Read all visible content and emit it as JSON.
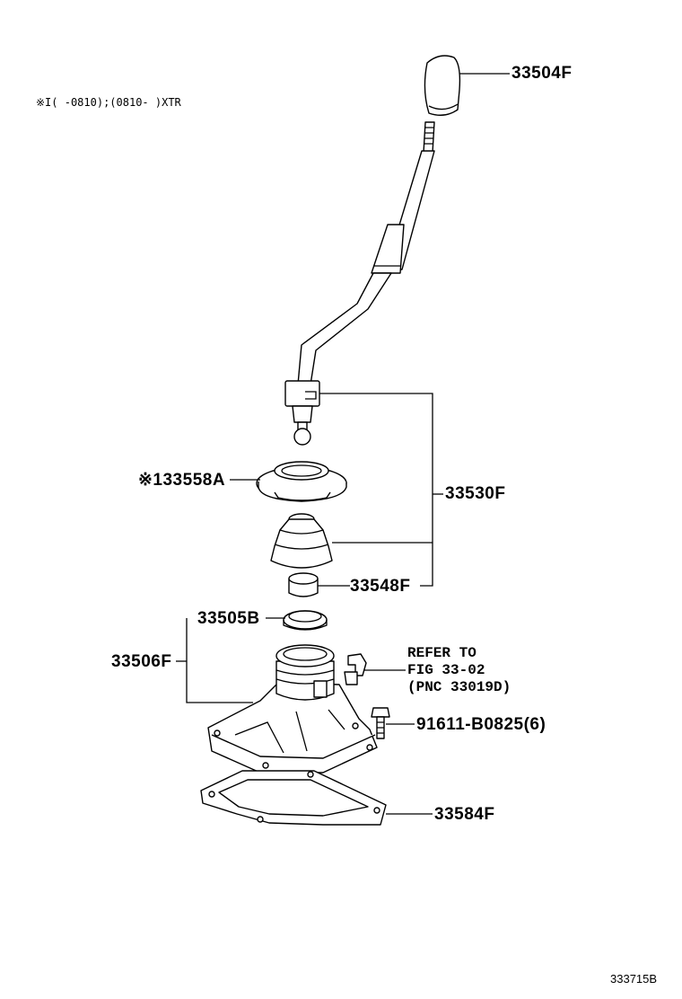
{
  "note": "※I(    -0810);(0810-    )XTR",
  "parts": {
    "knob": "33504F",
    "lever_assy": "33530F",
    "retainer": "※133558A",
    "bushing": "33548F",
    "seat": "33505B",
    "housing": "33506F",
    "bolt": "91611-B0825(6)",
    "gasket": "33584F"
  },
  "refer": {
    "line1": "REFER TO",
    "line2": "FIG 33-02",
    "line3": "(PNC 33019D)"
  },
  "figure_code": "333715B"
}
